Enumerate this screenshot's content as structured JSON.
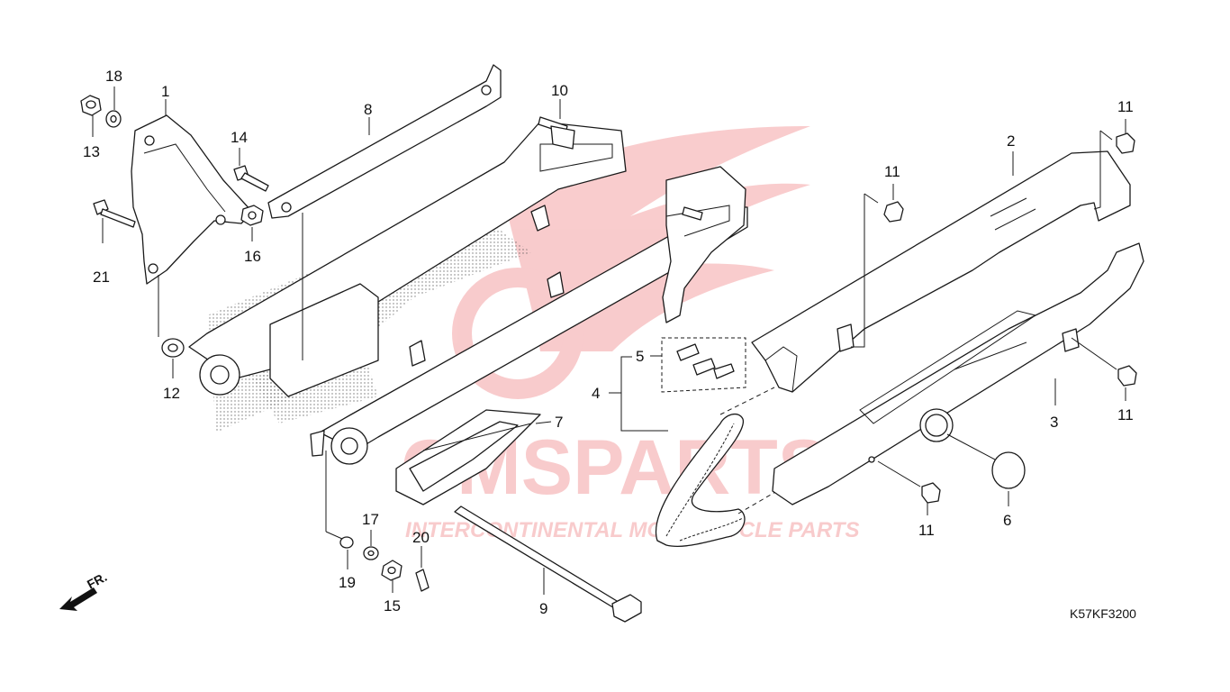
{
  "diagram_code": "K57KF3200",
  "front_marker": "FR.",
  "watermark": {
    "brand": "CMSPARTS",
    "tagline": "INTERCONTINENTAL MOTORCYCLE PARTS",
    "color": "#e8474c"
  },
  "callouts": [
    {
      "id": "c1",
      "number": "1"
    },
    {
      "id": "c2",
      "number": "2"
    },
    {
      "id": "c3",
      "number": "3"
    },
    {
      "id": "c4",
      "number": "4"
    },
    {
      "id": "c5",
      "number": "5"
    },
    {
      "id": "c6",
      "number": "6"
    },
    {
      "id": "c7",
      "number": "7"
    },
    {
      "id": "c8",
      "number": "8"
    },
    {
      "id": "c9",
      "number": "9"
    },
    {
      "id": "c10",
      "number": "10"
    },
    {
      "id": "c11a",
      "number": "11"
    },
    {
      "id": "c11b",
      "number": "11"
    },
    {
      "id": "c11c",
      "number": "11"
    },
    {
      "id": "c11d",
      "number": "11"
    },
    {
      "id": "c12",
      "number": "12"
    },
    {
      "id": "c13",
      "number": "13"
    },
    {
      "id": "c14",
      "number": "14"
    },
    {
      "id": "c15",
      "number": "15"
    },
    {
      "id": "c16",
      "number": "16"
    },
    {
      "id": "c17",
      "number": "17"
    },
    {
      "id": "c18",
      "number": "18"
    },
    {
      "id": "c19",
      "number": "19"
    },
    {
      "id": "c20",
      "number": "20"
    },
    {
      "id": "c21",
      "number": "21"
    }
  ]
}
